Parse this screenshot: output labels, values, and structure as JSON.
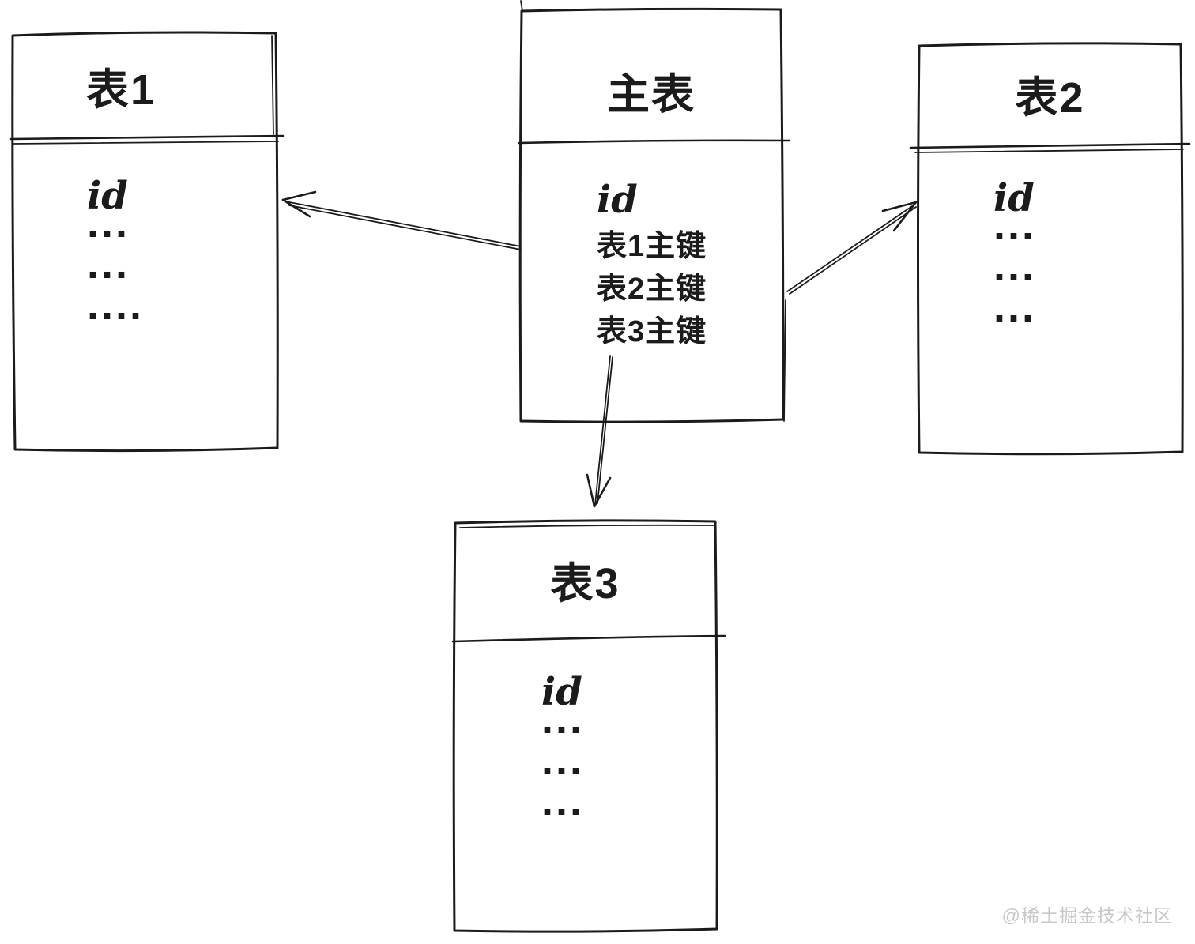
{
  "diagram": {
    "tables": [
      {
        "key": "table1",
        "title": "表1",
        "fields": [
          "id",
          "...",
          "...",
          "...."
        ]
      },
      {
        "key": "main",
        "title": "主表",
        "fields": [
          "id",
          "表1主键",
          "表2主键",
          "表3主键"
        ]
      },
      {
        "key": "table2",
        "title": "表2",
        "fields": [
          "id",
          "...",
          "...",
          "..."
        ]
      },
      {
        "key": "table3",
        "title": "表3",
        "fields": [
          "id",
          "...",
          "...",
          "..."
        ]
      }
    ],
    "relations": [
      {
        "from": "主表.表1主键",
        "to": "表1"
      },
      {
        "from": "主表.表2主键",
        "to": "表2"
      },
      {
        "from": "主表.表3主键",
        "to": "表3"
      }
    ],
    "colors": {
      "stroke": "#1b1b1b",
      "background": "#ffffff",
      "watermark": "#c8c8c8"
    }
  },
  "watermark": {
    "text": "@稀土掘金技术社区"
  }
}
